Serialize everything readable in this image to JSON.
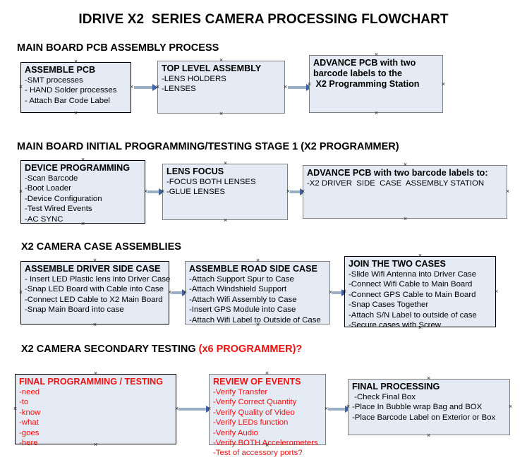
{
  "document": {
    "title": "IDRIVE X2  SERIES CAMERA PROCESSING FLOWCHART",
    "accent_color": "#ee1111",
    "box_fill": "#e4ebf5",
    "arrow_color": "#9bb0c6",
    "arrowhead_color": "#3f63a8"
  },
  "sections": [
    {
      "heading": "MAIN BOARD PCB ASSEMBLY PROCESS",
      "heading_accent": "",
      "boxes": [
        {
          "title": "ASSEMBLE PCB",
          "lines": [
            "-SMT processes",
            "- HAND Solder processes",
            "- Attach Bar Code Label"
          ]
        },
        {
          "title": "TOP LEVEL ASSEMBLY",
          "lines": [
            "-LENS HOLDERS",
            "-LENSES"
          ]
        },
        {
          "title": "ADVANCE PCB with two",
          "lines": [
            "barcode labels to the",
            " X2 Programming Station"
          ]
        }
      ]
    },
    {
      "heading": "MAIN BOARD INITIAL PROGRAMMING/TESTING STAGE 1 (X2 PROGRAMMER)",
      "heading_accent": "",
      "boxes": [
        {
          "title": "DEVICE PROGRAMMING",
          "lines": [
            "-Scan Barcode",
            "-Boot Loader",
            "-Device Configuration",
            "-Test Wired Events",
            "-AC SYNC"
          ]
        },
        {
          "title": "LENS FOCUS",
          "lines": [
            "-FOCUS BOTH LENSES",
            "-GLUE LENSES"
          ]
        },
        {
          "title": "ADVANCE PCB with two barcode labels to:",
          "lines": [
            "-X2 DRIVER  SIDE  CASE  ASSEMBLY STATION"
          ]
        }
      ]
    },
    {
      "heading": "X2 CAMERA CASE ASSEMBLIES",
      "heading_accent": "",
      "boxes": [
        {
          "title": "ASSEMBLE DRIVER SIDE CASE",
          "lines": [
            "- Insert LED Plastic lens into Driver Case",
            "-Snap LED Board with Cable into Case",
            "-Connect LED Cable to X2 Main Board",
            "-Snap Main Board into case"
          ]
        },
        {
          "title": "ASSEMBLE ROAD SIDE CASE",
          "lines": [
            "-Attach Support Spur to Case",
            "-Attach Windshield Support",
            "-Attach Wifi Assembly to Case",
            "-Insert GPS Module into Case",
            "-Attach Wifi Label to Outside of Case"
          ]
        },
        {
          "title": "JOIN THE TWO CASES",
          "lines": [
            "-Slide Wifi Antenna into Driver Case",
            "-Connect Wifi Cable to Main Board",
            "-Connect GPS Cable to Main Board",
            "-Snap Cases Together",
            "-Attach S/N Label to outside of case",
            "-Secure cases with Screw"
          ]
        }
      ]
    },
    {
      "heading": "X2 CAMERA SECONDARY TESTING ",
      "heading_accent": "(x6 PROGRAMMER)?",
      "boxes": [
        {
          "title": "FINAL PROGRAMMING / TESTING",
          "lines": [
            "-need",
            "-to",
            "-know",
            "-what",
            "-goes",
            "-here"
          ]
        },
        {
          "title": "REVIEW OF EVENTS",
          "lines": [
            "-Verify Transfer",
            "-Verify Correct Quantity",
            "-Verify Quality of Video",
            "-Verify LEDs function",
            "-Verify Audio",
            "-Verify BOTH Accelerometers",
            "-Test of accessory ports?"
          ]
        },
        {
          "title": "FINAL PROCESSING",
          "lines": [
            " -Check Final Box",
            "-Place In Bubble wrap Bag and BOX",
            "-Place Barcode Label on Exterior or Box"
          ]
        }
      ]
    }
  ]
}
